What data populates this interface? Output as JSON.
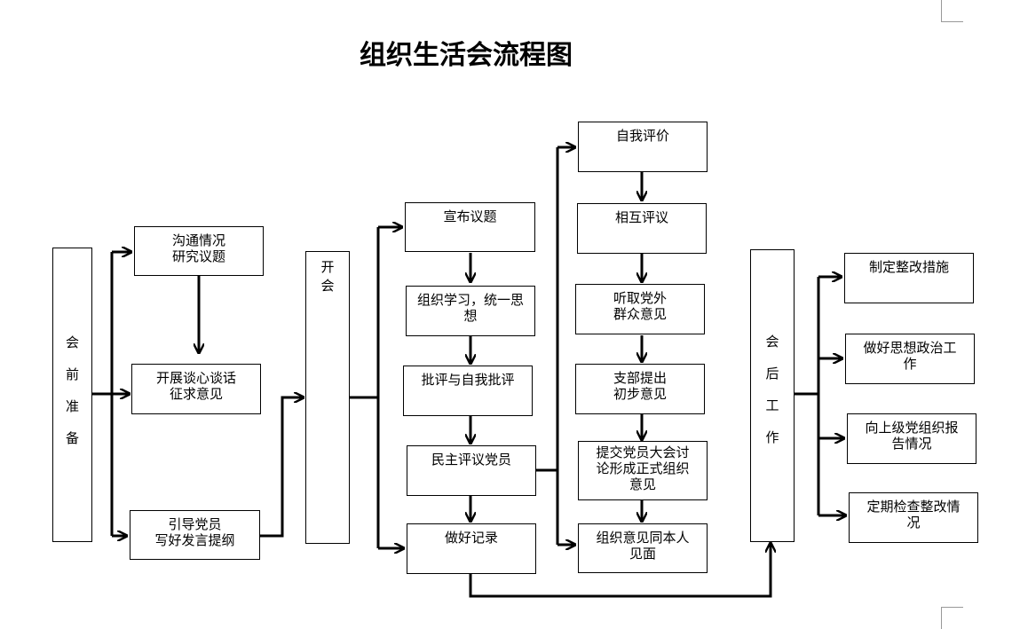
{
  "title": "组织生活会流程图",
  "stages": {
    "before": [
      "会",
      "前",
      "准",
      "备"
    ],
    "meeting": [
      "开",
      "会"
    ],
    "after": [
      "会",
      "后",
      "工",
      "作"
    ]
  },
  "prep": [
    "沟通情况\n研究议题",
    "开展谈心谈话\n征求意见",
    "引导党员\n写好发言提纲"
  ],
  "meeting_steps": [
    "宣布议题",
    "组织学习，统一思\n想",
    "批评与自我批评",
    "民主评议党员",
    "做好记录"
  ],
  "eval_steps": [
    "自我评价",
    "相互评议",
    "听取党外\n群众意见",
    "支部提出\n初步意见",
    "提交党员大会讨\n论形成正式组织\n意见",
    "组织意见同本人\n见面"
  ],
  "after_steps": [
    "制定整改措施",
    "做好思想政治工\n作",
    "向上级党组织报\n告情况",
    "定期检查整改情\n况"
  ]
}
